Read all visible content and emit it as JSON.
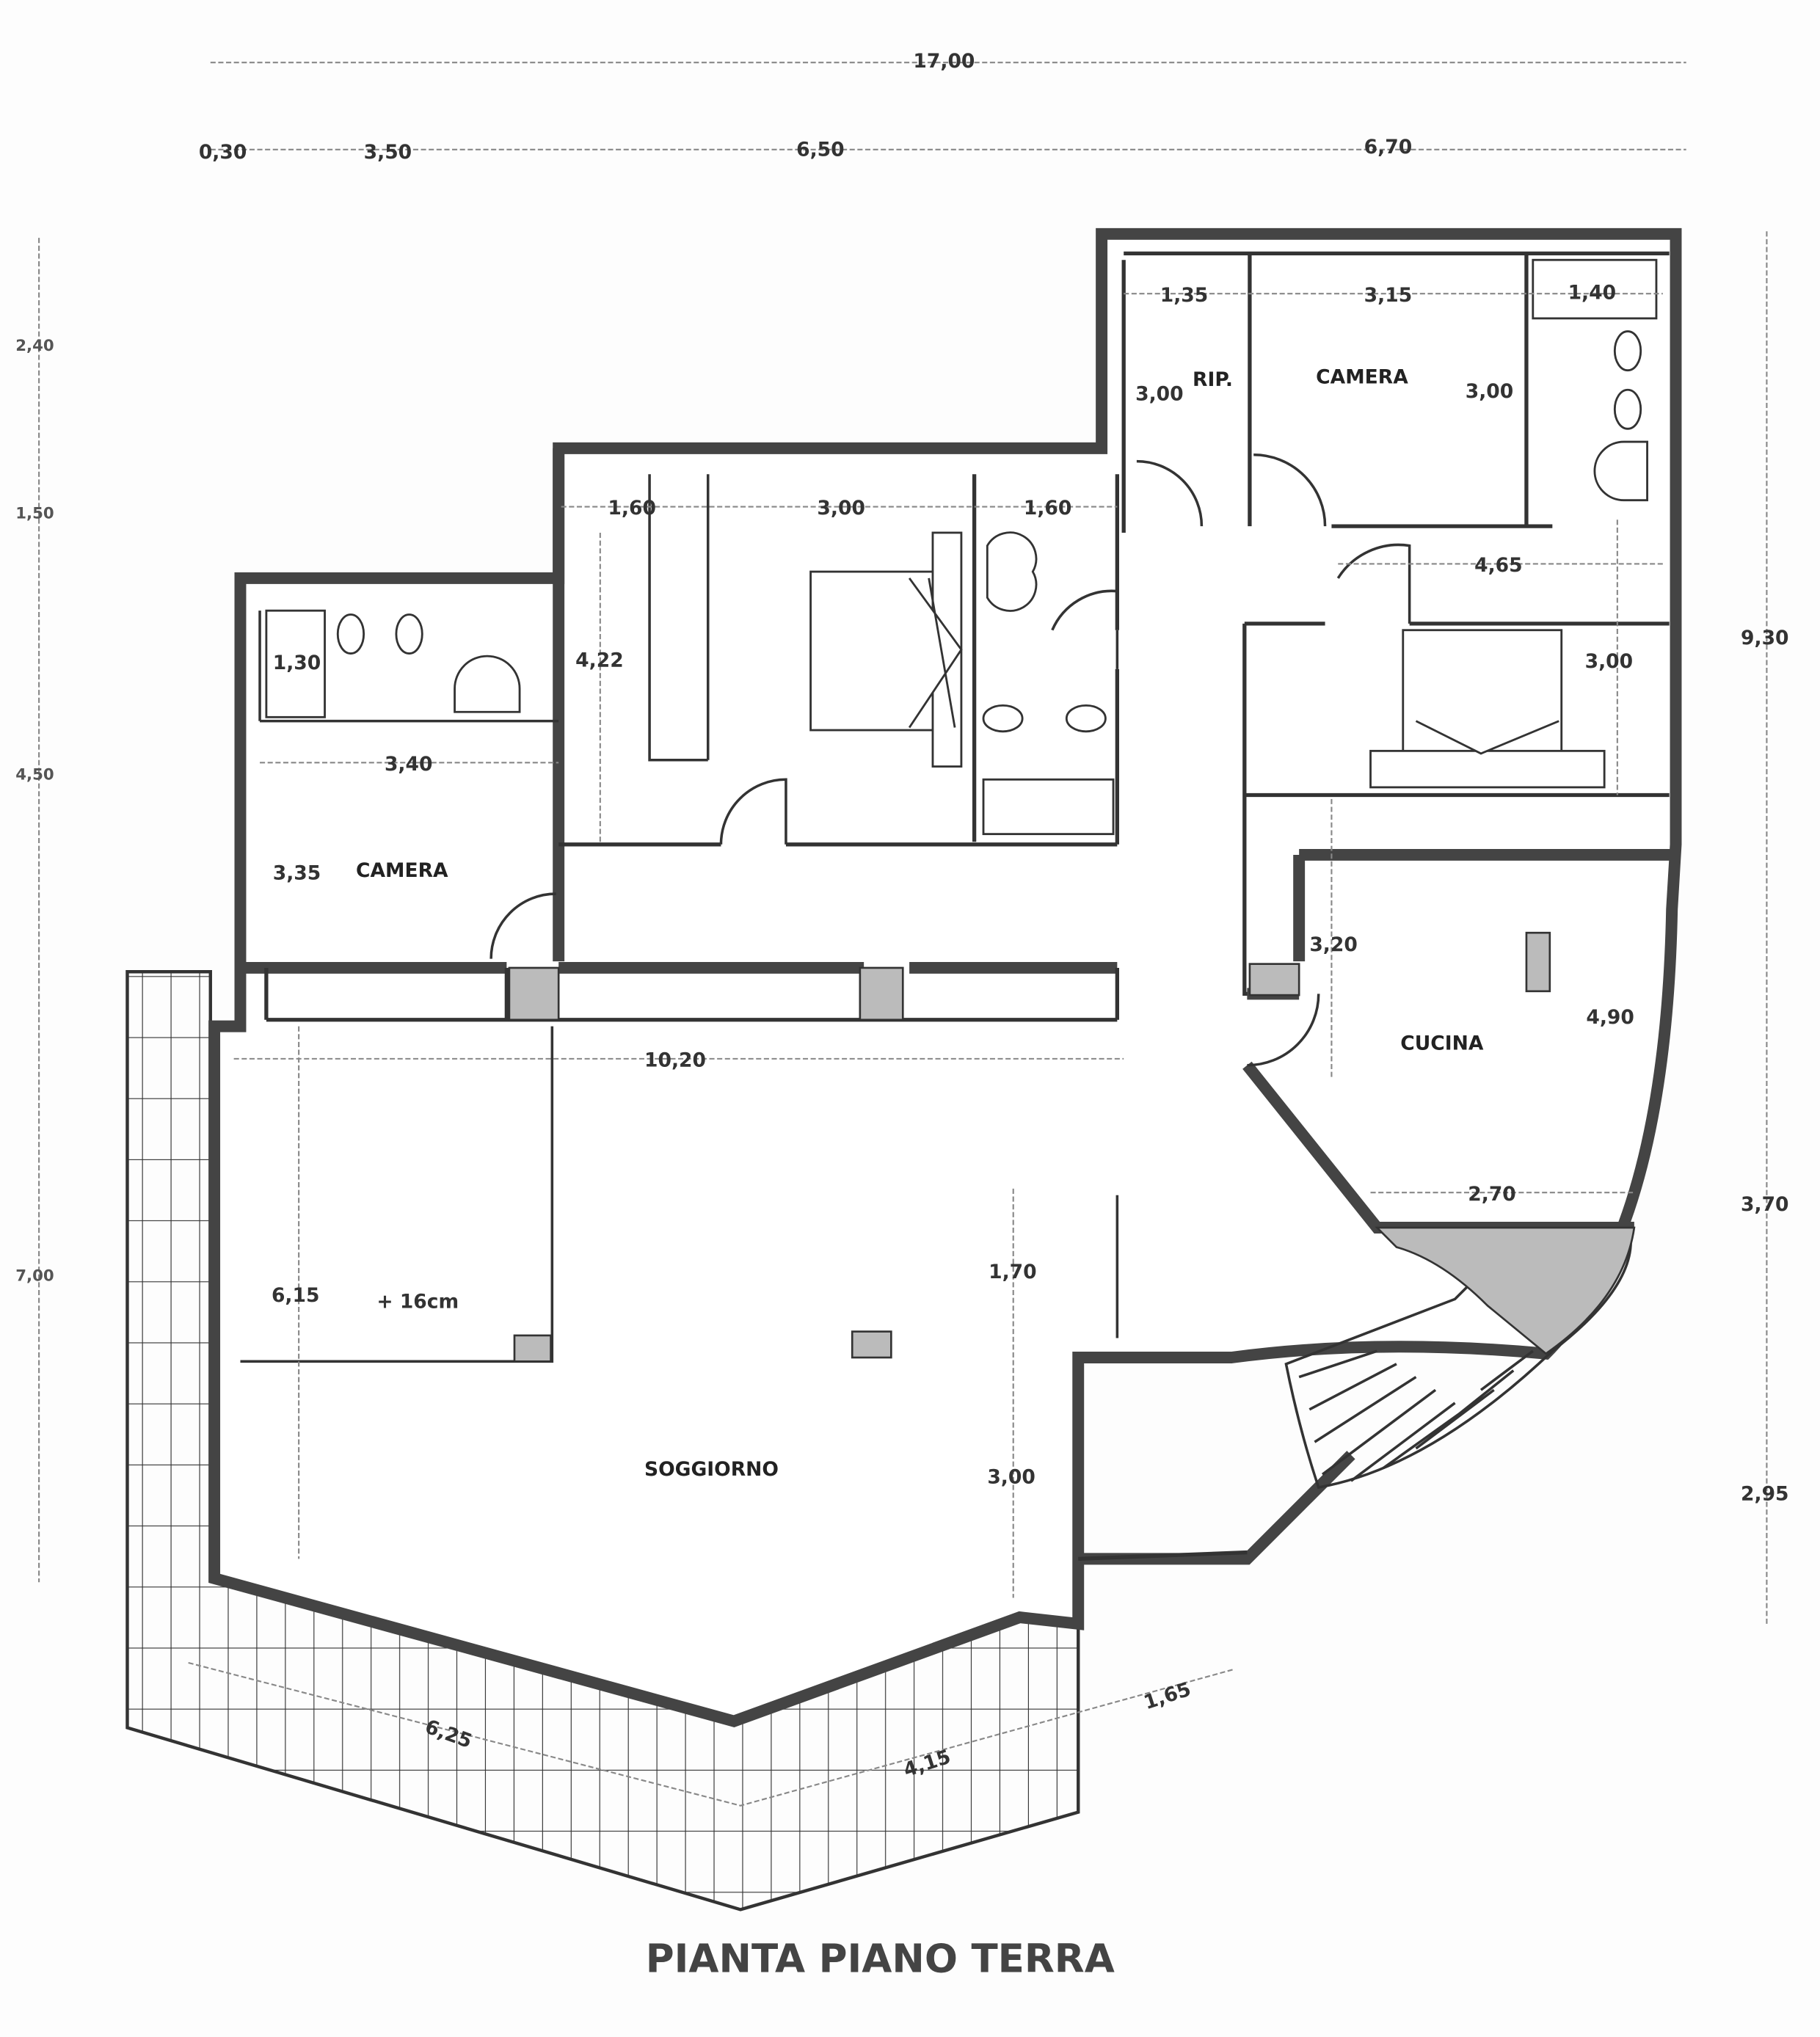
{
  "title": "PIANTA PIANO TERRA",
  "rooms": {
    "ripostiglio": "RIP.",
    "camera_top": "CAMERA",
    "camera_left": "CAMERA",
    "cucina": "CUCINA",
    "soggiorno": "SOGGIORNO"
  },
  "dimensions_top": [
    "17,00",
    "0,30",
    "3,50",
    "6,50",
    "6,70"
  ],
  "dimensions_left": [
    "2,40",
    "1,50",
    "4,50",
    "7,00"
  ],
  "dimensions_right": [
    "9,30",
    "3,70",
    "2,95"
  ],
  "dimensions_interior": [
    "1,35",
    "3,15",
    "1,40",
    "3,00",
    "3,00",
    "1,60",
    "3,00",
    "1,60",
    "4,65",
    "3,00",
    "1,30",
    "4,22",
    "3,40",
    "3,35",
    "3,20",
    "4,90",
    "2,70",
    "10,20",
    "6,15",
    "+ 16cm",
    "1,70",
    "3,00",
    "6,25",
    "4,15",
    "1,65"
  ],
  "colors": {
    "wall": "#444444",
    "wall_fill": "#bbbbbb",
    "paper": "#fdfdfd"
  }
}
